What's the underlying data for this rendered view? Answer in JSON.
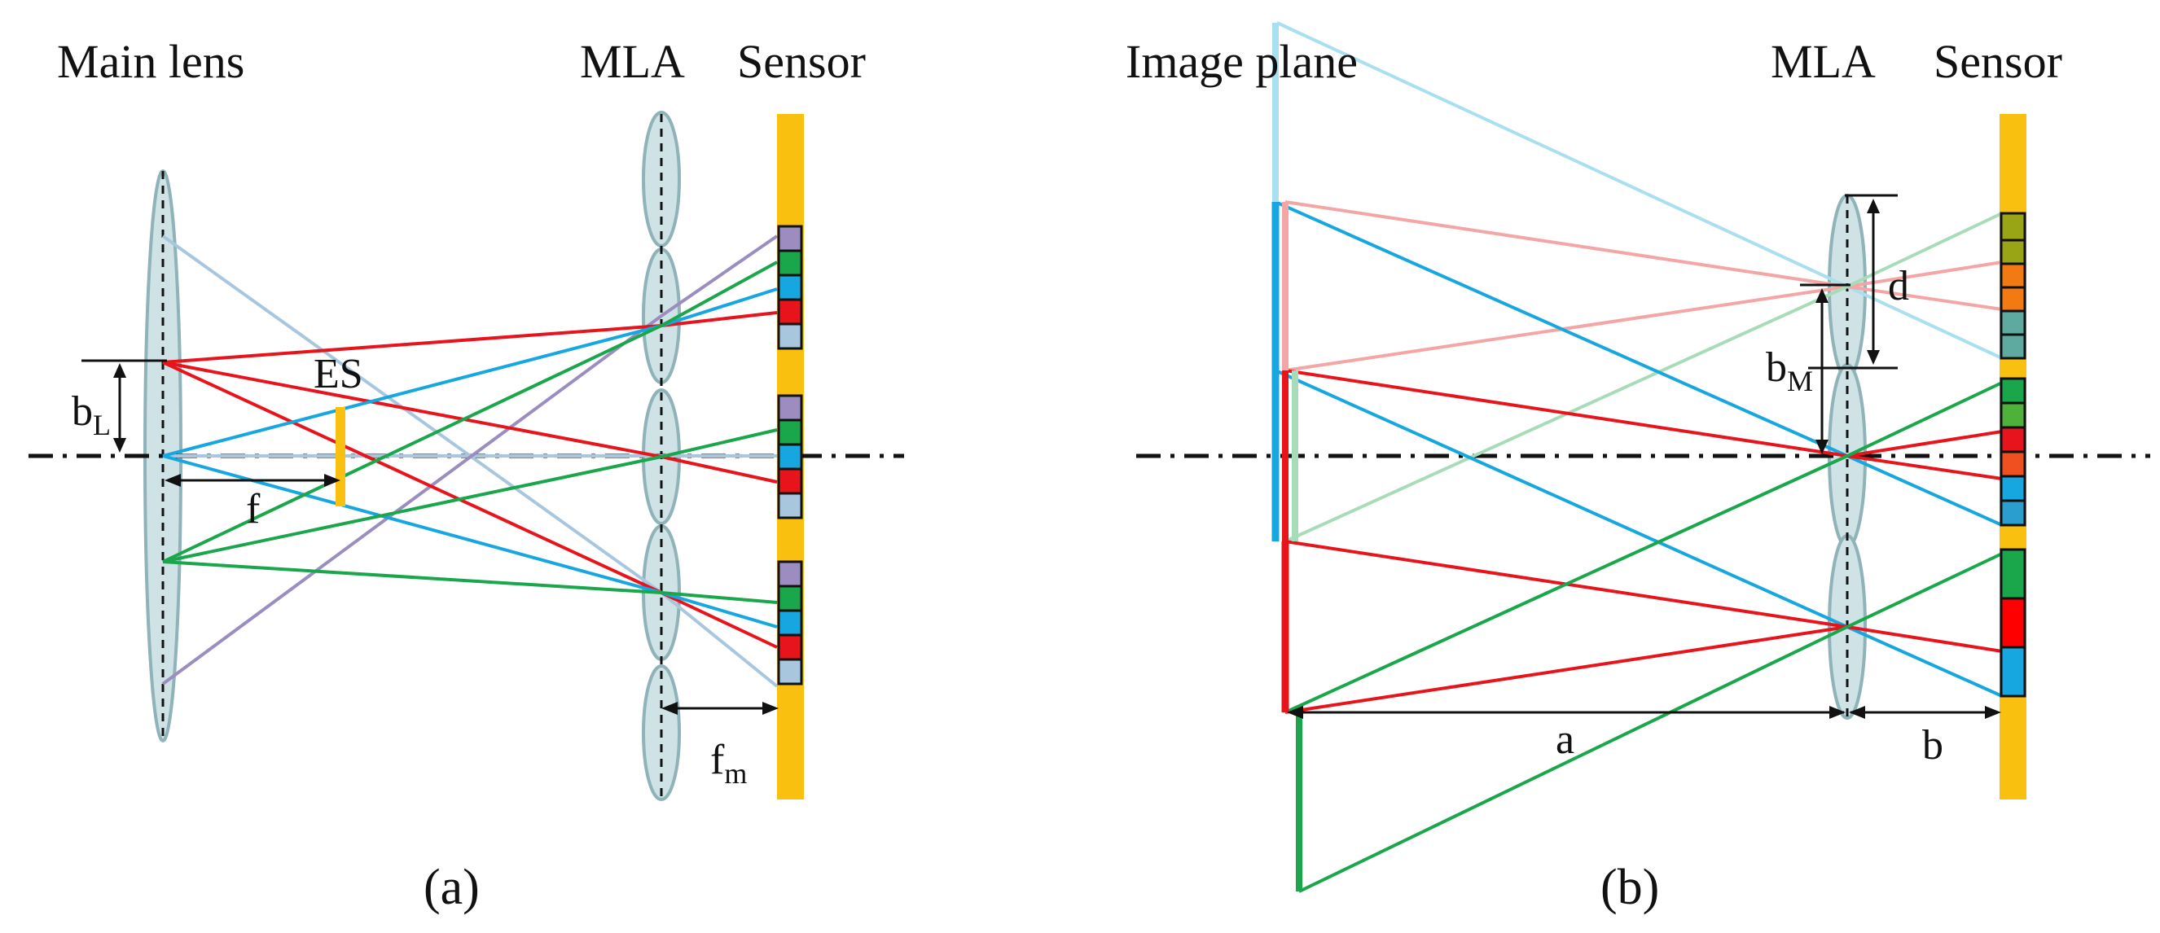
{
  "panel_a": {
    "label_main_lens": "Main lens",
    "label_mla": "MLA",
    "label_sensor": "Sensor",
    "label_es": "ES",
    "label_b": "b",
    "label_b_sub": "L",
    "label_f": "f",
    "label_fm": "f",
    "label_fm_sub": "m",
    "caption": "(a)"
  },
  "panel_b": {
    "label_image_plane": "Image plane",
    "label_mla": "MLA",
    "label_sensor": "Sensor",
    "label_d": "d",
    "label_b": "b",
    "label_b_sub": "M",
    "label_a": "a",
    "label_b_dist": "b",
    "caption": "(b)"
  },
  "colors": {
    "lens_fill": "#cfe3e6",
    "sensor": "#f9c00f",
    "red": "#e8141b",
    "green": "#1aa64a",
    "blue": "#17a7e0",
    "purple": "#9b8dbf",
    "light_blue": "#a8c7df",
    "light_red": "#f4a6a6",
    "light_green": "#a8dcb8",
    "pale_blue": "#a9dff0",
    "olive": "#9aa516",
    "orange": "#f37a12",
    "teal": "#5ea9a0"
  }
}
